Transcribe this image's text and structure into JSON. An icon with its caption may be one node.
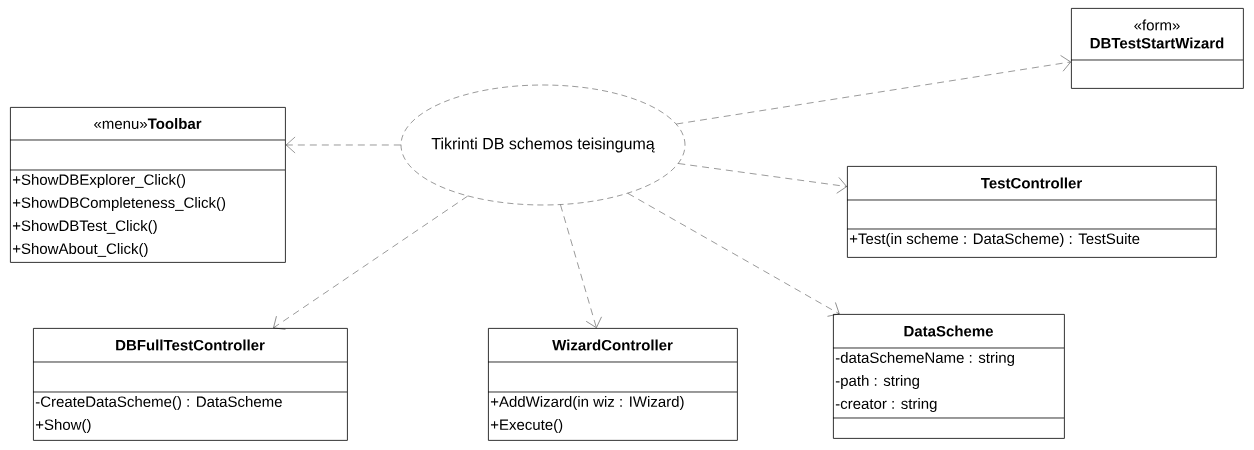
{
  "diagram": {
    "nodes": [
      {
        "text": [
          "Tikrinti DB schemos teisingumą"
        ]
      },
      {
        "text": [
          "«menu»**Toolbar**",
          "+ShowDBExplorer_Click()",
          "+ShowDBCompleteness_Click()",
          "+ShowDBTest_Click()",
          "+ShowAbout_Click()"
        ]
      },
      {
        "text": [
          "«form»",
          "DBTestStartWizard"
        ]
      },
      {
        "text": [
          "TestController",
          "+Test(in scheme : DataScheme) : TestSuite"
        ]
      },
      {
        "text": [
          "DBFullTestController",
          "-CreateDataScheme() : DataScheme",
          "+Show()"
        ]
      },
      {
        "text": [
          "WizardController",
          "+AddWizard(in wiz : IWizard)",
          "+Execute()"
        ]
      },
      {
        "text": [
          "DataScheme",
          "-dataSchemeName : string",
          "-path : string",
          "-creator : string"
        ]
      }
    ],
    "edges": [
      {
        "from": 0,
        "to": 2,
        "arrow": "to",
        "style": "dashed"
      },
      {
        "from": 0,
        "to": 1,
        "arrow": "to",
        "style": "dashed"
      },
      {
        "from": 0,
        "to": 3,
        "arrow": "to",
        "style": "dashed"
      },
      {
        "from": 0,
        "to": 4,
        "arrow": "to",
        "style": "dashed"
      },
      {
        "from": 0,
        "to": 5,
        "arrow": "to",
        "style": "dashed"
      },
      {
        "from": 0,
        "to": 6,
        "arrow": "to",
        "style": "dashed"
      }
    ]
  }
}
